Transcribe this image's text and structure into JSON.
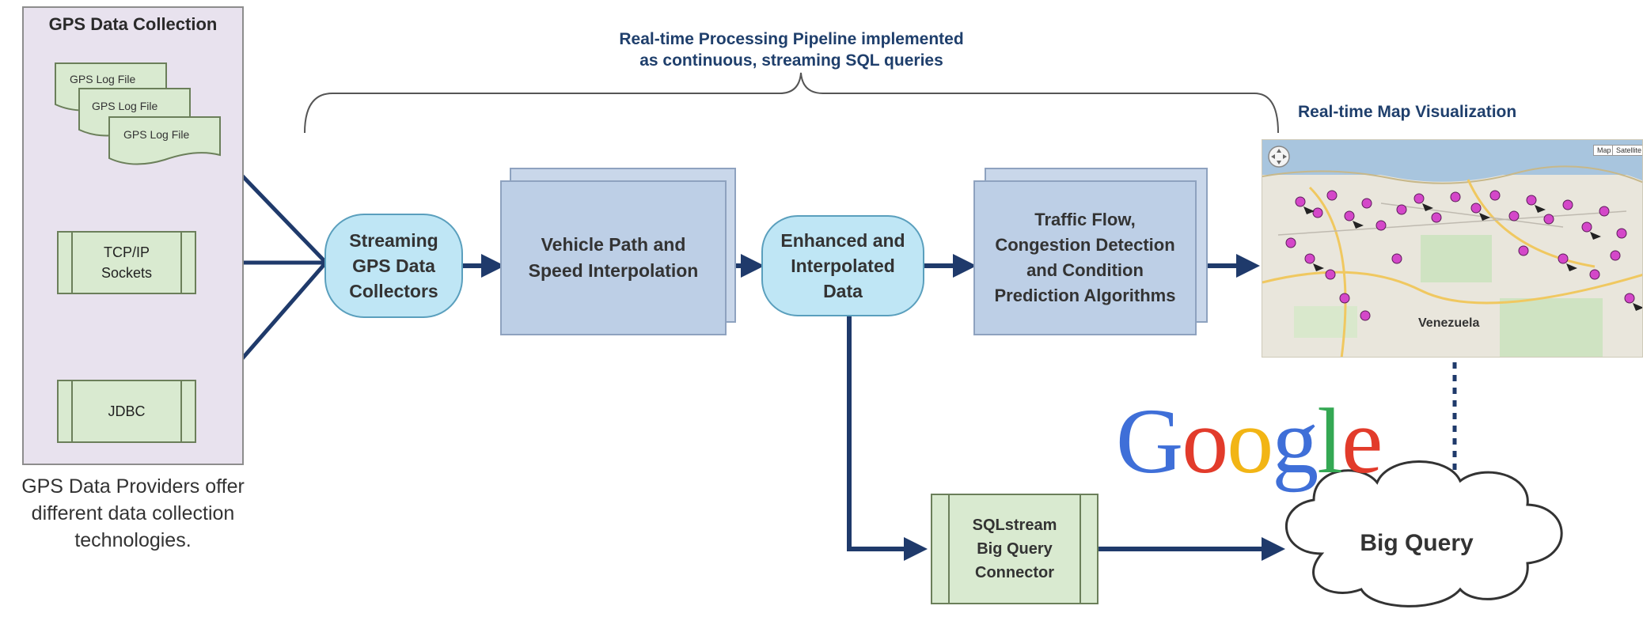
{
  "panel": {
    "title": "GPS Data Collection",
    "files": [
      "GPS Log File",
      "GPS Log File",
      "GPS Log File"
    ],
    "sources": [
      "TCP/IP Sockets",
      "JDBC"
    ],
    "caption": "GPS Data Providers offer different data collection technologies."
  },
  "pipeline": {
    "title_line1": "Real-time Processing Pipeline implemented",
    "title_line2": "as continuous, streaming SQL queries",
    "collectors": [
      "Streaming",
      "GPS Data",
      "Collectors"
    ],
    "vehicle": [
      "Vehicle Path and",
      "Speed Interpolation"
    ],
    "enhanced": [
      "Enhanced and",
      "Interpolated",
      "Data"
    ],
    "traffic": [
      "Traffic Flow,",
      "Congestion Detection",
      "and Condition",
      "Prediction Algorithms"
    ]
  },
  "connector": [
    "SQLstream",
    "Big Query",
    "Connector"
  ],
  "map": {
    "title": "Real-time Map Visualization",
    "country_label": "Venezuela",
    "buttons": [
      "Map",
      "Satellite"
    ]
  },
  "google": {
    "letters": [
      "G",
      "o",
      "o",
      "g",
      "l",
      "e"
    ],
    "colors": [
      "#3f6fd8",
      "#e23b2b",
      "#f2b515",
      "#3f6fd8",
      "#34a853",
      "#e23b2b"
    ]
  },
  "cloud_label": "Big Query",
  "colors": {
    "arrow": "#1f3a6b",
    "process_fill": "#d9ead0",
    "stack_fill": "#bdcfe6",
    "pill_fill": "#bfe6f5"
  }
}
